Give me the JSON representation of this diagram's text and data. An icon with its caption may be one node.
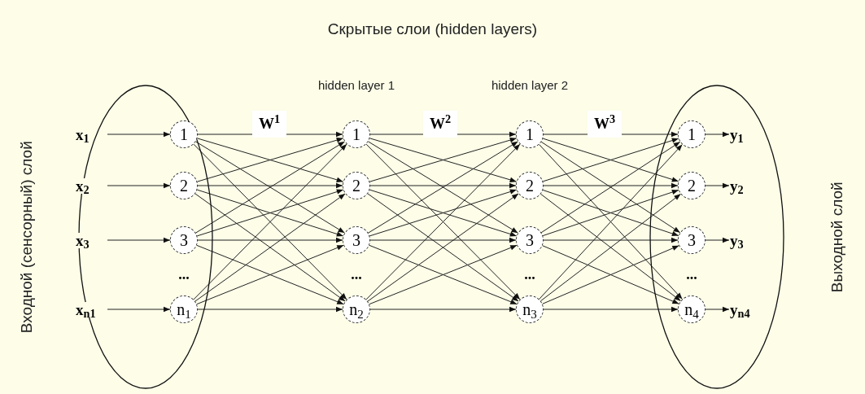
{
  "diagram": {
    "title": "Скрытые слои (hidden layers)",
    "nodes": [
      {
        "text": [
          "Входной (сенсорный) слой"
        ]
      },
      {
        "text": [
          "x$_{1}$"
        ],
        "in": 0
      },
      {
        "text": [
          "x$_{2}$"
        ],
        "in": 0
      },
      {
        "text": [
          "x$_{3}$"
        ],
        "in": 0
      },
      {
        "text": [
          "x$_{n1}$"
        ],
        "in": 0
      },
      {
        "text": [
          "1"
        ],
        "in": 0
      },
      {
        "text": [
          "2"
        ],
        "in": 0
      },
      {
        "text": [
          "3"
        ],
        "in": 0
      },
      {
        "text": [
          "n$_{1}$"
        ],
        "in": 0
      },
      {
        "text": [
          "1"
        ]
      },
      {
        "text": [
          "2"
        ]
      },
      {
        "text": [
          "3"
        ]
      },
      {
        "text": [
          "n$_{2}$"
        ]
      },
      {
        "text": [
          "1"
        ]
      },
      {
        "text": [
          "2"
        ]
      },
      {
        "text": [
          "3"
        ]
      },
      {
        "text": [
          "n$_{3}$"
        ]
      },
      {
        "text": [
          "Выходной слой"
        ]
      },
      {
        "text": [
          "1"
        ],
        "in": 17
      },
      {
        "text": [
          "2"
        ],
        "in": 17
      },
      {
        "text": [
          "3"
        ],
        "in": 17
      },
      {
        "text": [
          "n$_{4}$"
        ],
        "in": 17
      },
      {
        "text": [
          "y$_{1}$"
        ],
        "in": 17
      },
      {
        "text": [
          "y$_{2}$"
        ],
        "in": 17
      },
      {
        "text": [
          "y$_{3}$"
        ],
        "in": 17
      },
      {
        "text": [
          "y$_{n4}$"
        ],
        "in": 17
      }
    ],
    "edges": [
      {
        "from": 1,
        "to": 5,
        "arrow": "to"
      },
      {
        "from": 2,
        "to": 6,
        "arrow": "to"
      },
      {
        "from": 3,
        "to": 7,
        "arrow": "to"
      },
      {
        "from": 4,
        "to": 8,
        "arrow": "to"
      },
      {
        "from": 5,
        "to": 9,
        "arrow": "to"
      },
      {
        "from": 5,
        "to": 10,
        "arrow": "to"
      },
      {
        "from": 5,
        "to": 11,
        "arrow": "to"
      },
      {
        "from": 5,
        "to": 12,
        "arrow": "to"
      },
      {
        "from": 6,
        "to": 9,
        "arrow": "to"
      },
      {
        "from": 6,
        "to": 10,
        "arrow": "to"
      },
      {
        "from": 6,
        "to": 11,
        "arrow": "to"
      },
      {
        "from": 6,
        "to": 12,
        "arrow": "to"
      },
      {
        "from": 7,
        "to": 9,
        "arrow": "to"
      },
      {
        "from": 7,
        "to": 10,
        "arrow": "to"
      },
      {
        "from": 7,
        "to": 11,
        "arrow": "to"
      },
      {
        "from": 7,
        "to": 12,
        "arrow": "to"
      },
      {
        "from": 8,
        "to": 9,
        "arrow": "to"
      },
      {
        "from": 8,
        "to": 10,
        "arrow": "to"
      },
      {
        "from": 8,
        "to": 11,
        "arrow": "to"
      },
      {
        "from": 8,
        "to": 12,
        "arrow": "to"
      },
      {
        "from": 9,
        "to": 13,
        "arrow": "to"
      },
      {
        "from": 9,
        "to": 14,
        "arrow": "to"
      },
      {
        "from": 9,
        "to": 15,
        "arrow": "to"
      },
      {
        "from": 9,
        "to": 16,
        "arrow": "to"
      },
      {
        "from": 10,
        "to": 13,
        "arrow": "to"
      },
      {
        "from": 10,
        "to": 14,
        "arrow": "to"
      },
      {
        "from": 10,
        "to": 15,
        "arrow": "to"
      },
      {
        "from": 10,
        "to": 16,
        "arrow": "to"
      },
      {
        "from": 11,
        "to": 13,
        "arrow": "to"
      },
      {
        "from": 11,
        "to": 14,
        "arrow": "to"
      },
      {
        "from": 11,
        "to": 15,
        "arrow": "to"
      },
      {
        "from": 11,
        "to": 16,
        "arrow": "to"
      },
      {
        "from": 12,
        "to": 13,
        "arrow": "to"
      },
      {
        "from": 12,
        "to": 14,
        "arrow": "to"
      },
      {
        "from": 12,
        "to": 15,
        "arrow": "to"
      },
      {
        "from": 12,
        "to": 16,
        "arrow": "to"
      },
      {
        "from": 13,
        "to": 18,
        "arrow": "to"
      },
      {
        "from": 13,
        "to": 19,
        "arrow": "to"
      },
      {
        "from": 13,
        "to": 20,
        "arrow": "to"
      },
      {
        "from": 13,
        "to": 21,
        "arrow": "to"
      },
      {
        "from": 14,
        "to": 18,
        "arrow": "to"
      },
      {
        "from": 14,
        "to": 19,
        "arrow": "to"
      },
      {
        "from": 14,
        "to": 20,
        "arrow": "to"
      },
      {
        "from": 14,
        "to": 21,
        "arrow": "to"
      },
      {
        "from": 15,
        "to": 18,
        "arrow": "to"
      },
      {
        "from": 15,
        "to": 19,
        "arrow": "to"
      },
      {
        "from": 15,
        "to": 20,
        "arrow": "to"
      },
      {
        "from": 15,
        "to": 21,
        "arrow": "to"
      },
      {
        "from": 16,
        "to": 18,
        "arrow": "to"
      },
      {
        "from": 16,
        "to": 19,
        "arrow": "to"
      },
      {
        "from": 16,
        "to": 20,
        "arrow": "to"
      },
      {
        "from": 16,
        "to": 21,
        "arrow": "to"
      },
      {
        "from": 18,
        "to": 22,
        "arrow": "to"
      },
      {
        "from": 19,
        "to": 23,
        "arrow": "to"
      },
      {
        "from": 20,
        "to": 24,
        "arrow": "to"
      },
      {
        "from": 21,
        "to": 25,
        "arrow": "to"
      }
    ],
    "labels": [
      "hidden layer 1",
      "hidden layer 2",
      "W$^{1}$",
      "W$^{2}$",
      "W$^{3}$",
      "...",
      "...",
      "...",
      "..."
    ]
  }
}
